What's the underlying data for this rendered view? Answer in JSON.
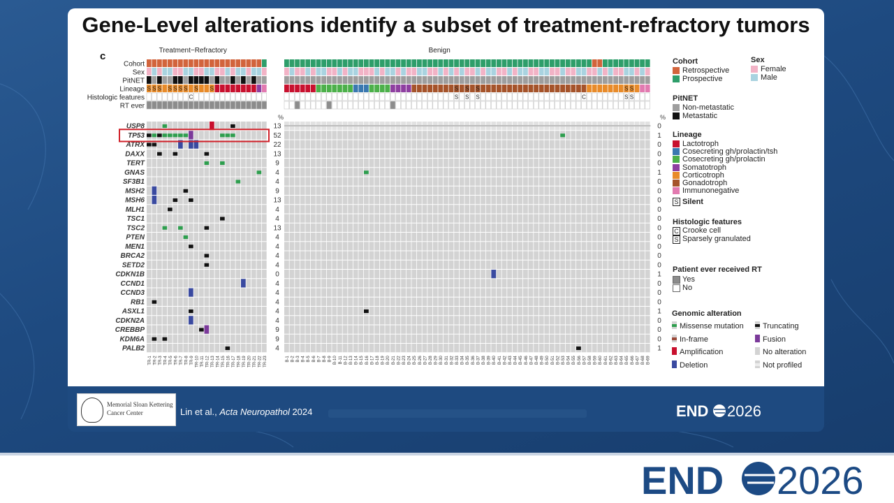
{
  "slide": {
    "title": "Gene-Level alterations identify a subset of treatment-refractory tumors",
    "citation_prefix": "Lin et al., ",
    "citation_journal": "Acta Neuropathol",
    "citation_year": " 2024",
    "institution_line1": "Memorial Sloan Kettering",
    "institution_line2": "Cancer Center",
    "brand_bold": "END",
    "brand_year": "2026"
  },
  "figure": {
    "panel_label": "c",
    "group_tr_label": "Treatment−Refractory",
    "group_b_label": "Benign",
    "pct_header": "%",
    "track_labels": [
      "Cohort",
      "Sex",
      "PitNET",
      "Lineage",
      "Histologic features",
      "RT ever"
    ],
    "genes": [
      "USP8",
      "TP53",
      "ATRX",
      "DAXX",
      "TERT",
      "GNAS",
      "SF3B1",
      "MSH2",
      "MSH6",
      "MLH1",
      "TSC1",
      "TSC2",
      "PTEN",
      "MEN1",
      "BRCA2",
      "SETD2",
      "CDKN1B",
      "CCND1",
      "CCND3",
      "RB1",
      "ASXL1",
      "CDKN2A",
      "CREBBP",
      "KDM6A",
      "PALB2"
    ],
    "tr_pct": [
      "13",
      "52",
      "22",
      "13",
      "9",
      "4",
      "4",
      "9",
      "13",
      "4",
      "4",
      "13",
      "4",
      "4",
      "4",
      "4",
      "0",
      "4",
      "4",
      "4",
      "4",
      "4",
      "9",
      "9",
      "4"
    ],
    "b_pct": [
      "0",
      "1",
      "0",
      "0",
      "0",
      "1",
      "0",
      "0",
      "0",
      "0",
      "0",
      "0",
      "0",
      "0",
      "0",
      "0",
      "1",
      "0",
      "0",
      "0",
      "1",
      "0",
      "0",
      "0",
      "1"
    ],
    "tr_samples": [
      "TR-1",
      "TR-2",
      "TR-3",
      "TR-4",
      "TR-5",
      "TR-6",
      "TR-7",
      "TR-8",
      "TR-9",
      "TR-10",
      "TR-11",
      "TR-12",
      "TR-13",
      "TR-14",
      "TR-15",
      "TR-16",
      "TR-17",
      "TR-18",
      "TR-19",
      "TR-20",
      "TR-21",
      "TR-22",
      "TR-23"
    ],
    "b_samples": [
      "B-1",
      "B-2",
      "B-3",
      "B-4",
      "B-5",
      "B-6",
      "B-7",
      "B-8",
      "B-9",
      "B-10",
      "B-11",
      "B-12",
      "B-13",
      "B-14",
      "B-15",
      "B-16",
      "B-17",
      "B-18",
      "B-19",
      "B-20",
      "B-21",
      "B-22",
      "B-23",
      "B-24",
      "B-25",
      "B-26",
      "B-27",
      "B-28",
      "B-29",
      "B-30",
      "B-31",
      "B-32",
      "B-33",
      "B-34",
      "B-35",
      "B-36",
      "B-37",
      "B-38",
      "B-39",
      "B-40",
      "B-41",
      "B-42",
      "B-43",
      "B-44",
      "B-45",
      "B-46",
      "B-47",
      "B-48",
      "B-49",
      "B-50",
      "B-51",
      "B-52",
      "B-53",
      "B-54",
      "B-55",
      "B-56",
      "B-57",
      "B-58",
      "B-59",
      "B-60",
      "B-61",
      "B-62",
      "B-63",
      "B-64",
      "B-65",
      "B-66",
      "B-67",
      "B-68",
      "B-69"
    ],
    "tr_tracks": {
      "cohort": "RRRRRRRRRRRRRRRRRRRRRRP",
      "sex": "FMFMMFFMMFFMMFFMFMMFMMF",
      "pitnet": "MNMNNMMNMMMMNMNNMNMNMNN",
      "lineage": "CCCCCCCCCCCCCAAAAAAAAS",
      "lineage_full": "CCCCCCCCCCCCCAAAAAAAASI",
      "silent": "SSS.SSSS.S..S..........",
      "histo": "........C..............",
      "rt": "YYYYYYYYYYYYYYYYYYYYYYY"
    },
    "b_tracks": {
      "cohort": "PPPPPPPPPPPPPPPPPPPPPPPPPPPPPPPPPPPPPPPPPPPPPPPPPPPPPPPPPPRRPPPPPPPPPPR",
      "sex": "FMFFMFMMFFMFMMFFFMFMMFMFFMMFFMFMFMFFMFMMFFMFMMFFMMFFMFFMMFFMFMFFMMFMF",
      "pitnet": "NNNNNNNNNNNNNNNNNNNNNNNNNNNNNNNNNNNNNNNNNNNNNNNNNNNNNNNNNNNNNNNNNNNNN",
      "lineage": "LLLLLLEEEEEEEHHHEEEESSSSGGGGGGGGGGGGGGGGGGGGGGGGGGGGGGGGGCCCCCCCCCCII",
      "silent": "................................S.S.S...........................SS...",
      "histo": "........................................................C............",
      "rt": "..Y.....Y...........Y................................................"
    },
    "alterations": [
      {
        "g": 0,
        "grp": "tr",
        "s": 3,
        "t": "missense"
      },
      {
        "g": 0,
        "grp": "tr",
        "s": 12,
        "t": "amp"
      },
      {
        "g": 0,
        "grp": "tr",
        "s": 16,
        "t": "trunc"
      },
      {
        "g": 1,
        "grp": "tr",
        "s": 0,
        "t": "trunc"
      },
      {
        "g": 1,
        "grp": "tr",
        "s": 1,
        "t": "missense"
      },
      {
        "g": 1,
        "grp": "tr",
        "s": 2,
        "t": "trunc"
      },
      {
        "g": 1,
        "grp": "tr",
        "s": 3,
        "t": "missense"
      },
      {
        "g": 1,
        "grp": "tr",
        "s": 4,
        "t": "missense"
      },
      {
        "g": 1,
        "grp": "tr",
        "s": 5,
        "t": "missense"
      },
      {
        "g": 1,
        "grp": "tr",
        "s": 6,
        "t": "missense"
      },
      {
        "g": 1,
        "grp": "tr",
        "s": 7,
        "t": "missense"
      },
      {
        "g": 1,
        "grp": "tr",
        "s": 8,
        "t": "fusion"
      },
      {
        "g": 1,
        "grp": "tr",
        "s": 14,
        "t": "missense"
      },
      {
        "g": 1,
        "grp": "tr",
        "s": 15,
        "t": "missense"
      },
      {
        "g": 1,
        "grp": "tr",
        "s": 16,
        "t": "missense"
      },
      {
        "g": 1,
        "grp": "b",
        "s": 52,
        "t": "missense"
      },
      {
        "g": 2,
        "grp": "tr",
        "s": 0,
        "t": "trunc"
      },
      {
        "g": 2,
        "grp": "tr",
        "s": 1,
        "t": "trunc"
      },
      {
        "g": 2,
        "grp": "tr",
        "s": 6,
        "t": "del"
      },
      {
        "g": 2,
        "grp": "tr",
        "s": 8,
        "t": "del"
      },
      {
        "g": 2,
        "grp": "tr",
        "s": 9,
        "t": "del"
      },
      {
        "g": 3,
        "grp": "tr",
        "s": 2,
        "t": "trunc"
      },
      {
        "g": 3,
        "grp": "tr",
        "s": 5,
        "t": "trunc"
      },
      {
        "g": 3,
        "grp": "tr",
        "s": 11,
        "t": "trunc"
      },
      {
        "g": 4,
        "grp": "tr",
        "s": 11,
        "t": "missense"
      },
      {
        "g": 4,
        "grp": "tr",
        "s": 14,
        "t": "missense"
      },
      {
        "g": 5,
        "grp": "tr",
        "s": 21,
        "t": "missense"
      },
      {
        "g": 5,
        "grp": "b",
        "s": 15,
        "t": "missense"
      },
      {
        "g": 6,
        "grp": "tr",
        "s": 17,
        "t": "missense"
      },
      {
        "g": 7,
        "grp": "tr",
        "s": 1,
        "t": "del"
      },
      {
        "g": 7,
        "grp": "tr",
        "s": 7,
        "t": "trunc"
      },
      {
        "g": 8,
        "grp": "tr",
        "s": 1,
        "t": "del"
      },
      {
        "g": 8,
        "grp": "tr",
        "s": 5,
        "t": "trunc"
      },
      {
        "g": 8,
        "grp": "tr",
        "s": 8,
        "t": "trunc"
      },
      {
        "g": 9,
        "grp": "tr",
        "s": 4,
        "t": "trunc"
      },
      {
        "g": 10,
        "grp": "tr",
        "s": 14,
        "t": "trunc"
      },
      {
        "g": 11,
        "grp": "tr",
        "s": 3,
        "t": "missense"
      },
      {
        "g": 11,
        "grp": "tr",
        "s": 6,
        "t": "missense"
      },
      {
        "g": 11,
        "grp": "tr",
        "s": 11,
        "t": "trunc"
      },
      {
        "g": 12,
        "grp": "tr",
        "s": 7,
        "t": "missense"
      },
      {
        "g": 13,
        "grp": "tr",
        "s": 8,
        "t": "trunc"
      },
      {
        "g": 14,
        "grp": "tr",
        "s": 11,
        "t": "trunc"
      },
      {
        "g": 15,
        "grp": "tr",
        "s": 11,
        "t": "trunc"
      },
      {
        "g": 16,
        "grp": "b",
        "s": 39,
        "t": "del"
      },
      {
        "g": 17,
        "grp": "tr",
        "s": 18,
        "t": "del"
      },
      {
        "g": 18,
        "grp": "tr",
        "s": 8,
        "t": "del"
      },
      {
        "g": 19,
        "grp": "tr",
        "s": 1,
        "t": "trunc"
      },
      {
        "g": 20,
        "grp": "tr",
        "s": 8,
        "t": "trunc"
      },
      {
        "g": 20,
        "grp": "b",
        "s": 15,
        "t": "trunc"
      },
      {
        "g": 21,
        "grp": "tr",
        "s": 8,
        "t": "del"
      },
      {
        "g": 22,
        "grp": "tr",
        "s": 10,
        "t": "trunc"
      },
      {
        "g": 22,
        "grp": "tr",
        "s": 11,
        "t": "fusion"
      },
      {
        "g": 23,
        "grp": "tr",
        "s": 1,
        "t": "trunc"
      },
      {
        "g": 23,
        "grp": "tr",
        "s": 3,
        "t": "trunc"
      },
      {
        "g": 24,
        "grp": "tr",
        "s": 15,
        "t": "trunc"
      },
      {
        "g": 24,
        "grp": "b",
        "s": 55,
        "t": "trunc"
      }
    ],
    "highlight_gene_index": 1
  },
  "legend": {
    "cohort_title": "Cohort",
    "cohort_items": [
      {
        "label": "Retrospective",
        "color": "#d2643c"
      },
      {
        "label": "Prospective",
        "color": "#2e9e6a"
      }
    ],
    "sex_title": "Sex",
    "sex_items": [
      {
        "label": "Female",
        "color": "#f2b3c6"
      },
      {
        "label": "Male",
        "color": "#a9d3e0"
      }
    ],
    "pitnet_title": "PitNET",
    "pitnet_items": [
      {
        "label": "Non-metastatic",
        "color": "#9e9e9e"
      },
      {
        "label": "Metastatic",
        "color": "#111111"
      }
    ],
    "lineage_title": "Lineage",
    "lineage_items": [
      {
        "label": "Lactotroph",
        "color": "#c8102e"
      },
      {
        "label": "Cosecreting gh/prolactin/tsh",
        "color": "#3a78b0"
      },
      {
        "label": "Cosecreting gh/prolactin",
        "color": "#4cb04a"
      },
      {
        "label": "Somatotroph",
        "color": "#8e3fa0"
      },
      {
        "label": "Corticotroph",
        "color": "#e88b2a"
      },
      {
        "label": "Gonadotroph",
        "color": "#a5532a"
      },
      {
        "label": "Immunonegative",
        "color": "#e27ab0"
      }
    ],
    "silent_symbol": "S",
    "silent_label": "Silent",
    "histo_title": "Histologic features",
    "histo_items": [
      {
        "symbol": "C",
        "label": "Crooke cell"
      },
      {
        "symbol": "S",
        "label": "Sparsely granulated"
      }
    ],
    "rt_title": "Patient ever received RT",
    "rt_items": [
      {
        "label": "Yes",
        "color": "#8c8c8c"
      },
      {
        "label": "No",
        "color": "#ffffff"
      }
    ],
    "genomic_title": "Genomic alteration",
    "genomic_items": [
      {
        "label": "Missense mutation",
        "color": "#2e9e4e",
        "key": "missense"
      },
      {
        "label": "Truncating",
        "color": "#111111",
        "key": "trunc"
      },
      {
        "label": "In-frame",
        "color": "#9b4a3a",
        "key": "inframe"
      },
      {
        "label": "Fusion",
        "color": "#7b3a9a",
        "key": "fusion"
      },
      {
        "label": "Amplification",
        "color": "#c8102e",
        "key": "amp"
      },
      {
        "label": "No alteration",
        "color": "#d3d3d3",
        "key": "none"
      },
      {
        "label": "Deletion",
        "color": "#3a4aa0",
        "key": "del"
      },
      {
        "label": "Not profiled",
        "color": "#ececec",
        "key": "np"
      }
    ]
  }
}
